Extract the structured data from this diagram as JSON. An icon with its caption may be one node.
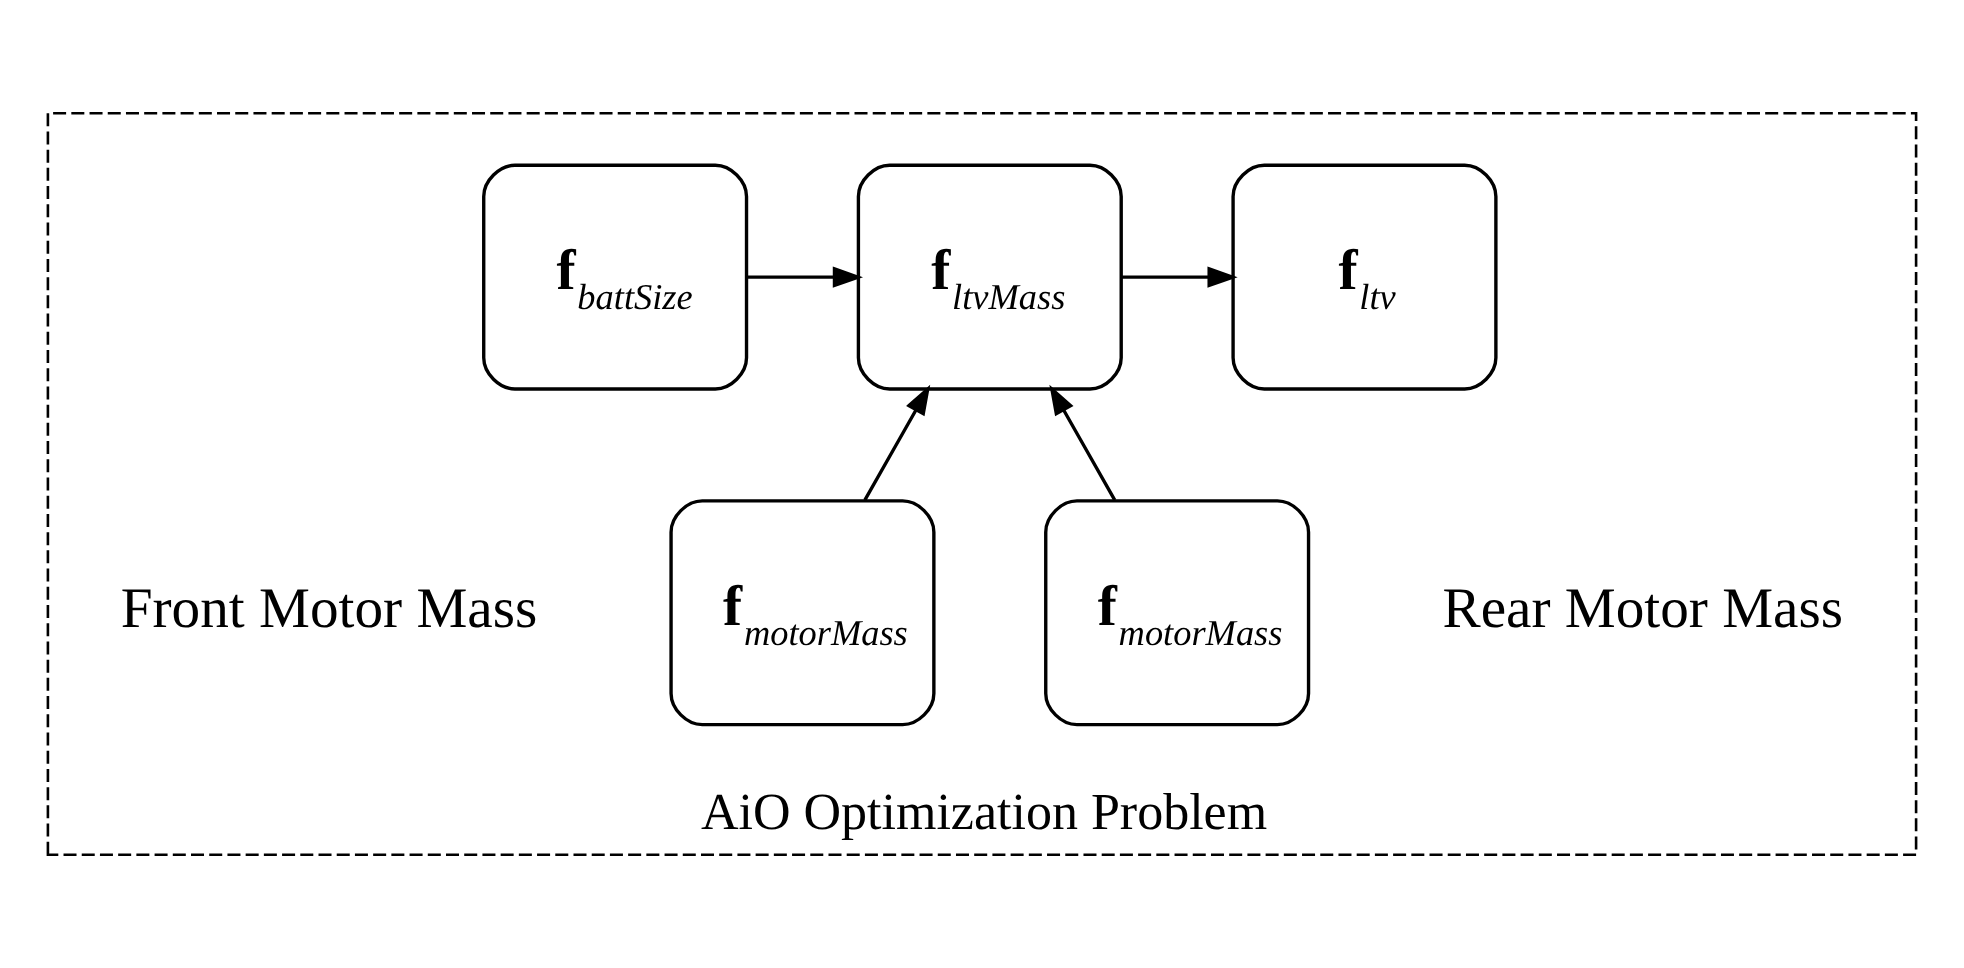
{
  "diagram": {
    "nodes": [
      {
        "text": [
          "AiO Optimization Problem"
        ]
      },
      {
        "text": [
          "**f**$_{battSize}$"
        ],
        "in": 0
      },
      {
        "text": [
          "**f**$_{ltvMass}$"
        ],
        "in": 0
      },
      {
        "text": [
          "**f**$_{ltv}$"
        ],
        "in": 0
      },
      {
        "text": [
          "**f**$_{motorMass}$"
        ],
        "in": 0,
        "beside": [
          "Front Motor Mass"
        ]
      },
      {
        "text": [
          "**f**$_{motorMass}$"
        ],
        "in": 0,
        "beside": [
          "Rear Motor Mass"
        ]
      }
    ],
    "edges": [
      {
        "from": 1,
        "to": 2,
        "arrow": "to"
      },
      {
        "from": 2,
        "to": 3,
        "arrow": "to"
      },
      {
        "from": 4,
        "to": 2,
        "arrow": "to"
      },
      {
        "from": 5,
        "to": 2,
        "arrow": "to"
      }
    ]
  }
}
